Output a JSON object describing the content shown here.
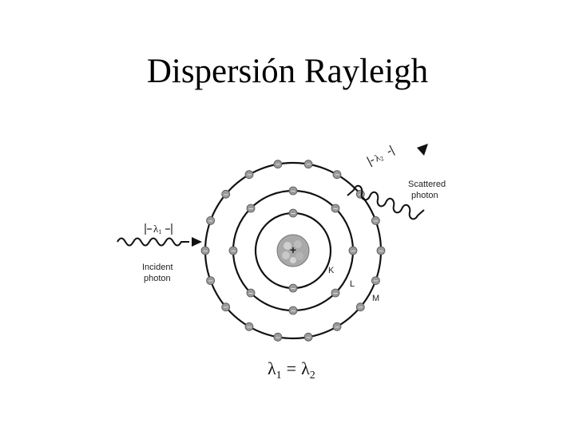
{
  "slide": {
    "title": "Dispersión Rayleigh"
  },
  "diagram": {
    "incident_label_line1": "Incident",
    "incident_label_line2": "photon",
    "scattered_label_line1": "Scattered",
    "scattered_label_line2": "photon",
    "incident_wavelength_symbol": "λ",
    "incident_wavelength_subscript": "1",
    "scattered_wavelength_symbol": "λ",
    "scattered_wavelength_subscript": "2",
    "shell_k_label": "K",
    "shell_l_label": "L",
    "shell_m_label": "M",
    "nucleus_symbol": "+",
    "electron_symbol": "−",
    "formula": {
      "lhs_symbol": "λ",
      "lhs_subscript": "1",
      "equals": "=",
      "rhs_symbol": "λ",
      "rhs_subscript": "2"
    },
    "electrons_per_shell": {
      "K": 2,
      "L": 8,
      "M": 18
    }
  }
}
